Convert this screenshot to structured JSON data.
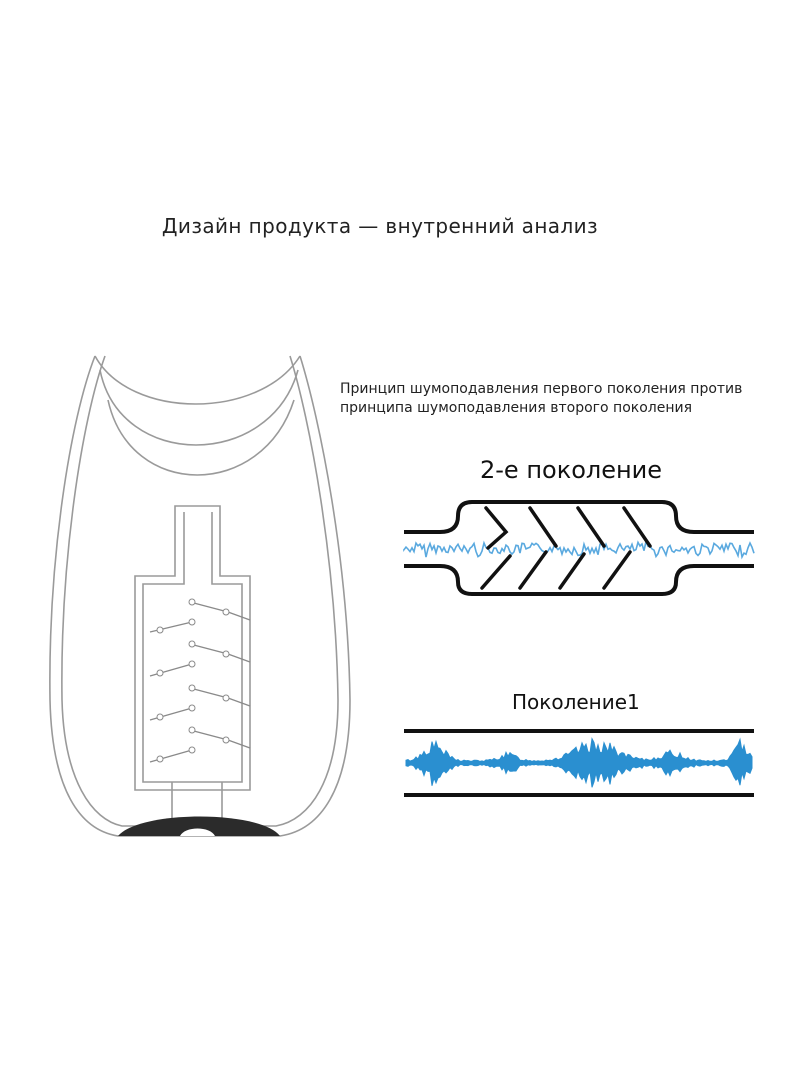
{
  "title": "Дизайн продукта — внутренний анализ",
  "caption": {
    "line1": "Принцип шумоподавления первого поколения против",
    "line2": "принципа шумоподавления второго поколения"
  },
  "gen2": {
    "label": "2-е поколение"
  },
  "gen1": {
    "label": "Поколение1"
  },
  "colors": {
    "line": "#111111",
    "wave": "#2a8fd0",
    "wave_light": "#7cc1ea",
    "device_outline": "#9a9a9a",
    "device_base": "#2b2b2b"
  }
}
